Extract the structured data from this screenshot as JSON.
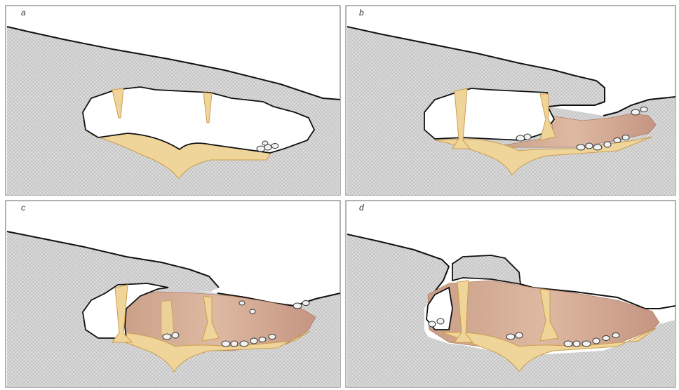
{
  "panels": [
    {
      "id": "a",
      "label": "a"
    },
    {
      "id": "b",
      "label": "b"
    },
    {
      "id": "c",
      "label": "c"
    },
    {
      "id": "d",
      "label": "d"
    }
  ],
  "colors": {
    "rock_fill": "#dcdcdc",
    "rock_hatch": "#b4b4b4",
    "speleothem": "#efd59a",
    "speleothem_stroke": "#cc9e4e",
    "sediment": "#d8ae96",
    "sediment_dark": "#b27c66",
    "outline": "#111111",
    "frame": "#666666",
    "boulder": "#f2f2f2"
  }
}
